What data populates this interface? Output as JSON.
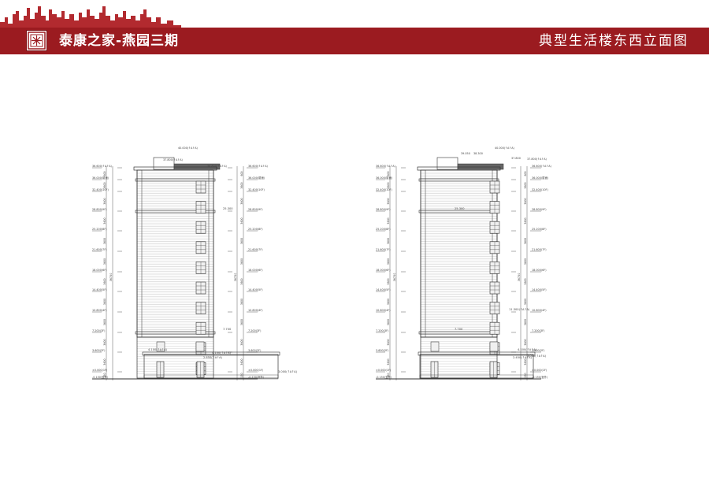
{
  "header": {
    "project_title": "泰康之家-燕园三期",
    "drawing_title": "典型生活楼东西立面图"
  },
  "colors": {
    "banner": "#9b1b20",
    "skyline": "#b22a2f",
    "line": "#333333"
  },
  "icons": {
    "logo": "brand-logo",
    "skyline": "city-skyline"
  },
  "elevation_left": {
    "roof_labels": [
      "40.000(↑A↑A)",
      "37.800(↑A↑A)",
      "36.800(↑A↑A)"
    ],
    "width_labels": [
      "25.300",
      "7.700",
      "4.100(↑A↑A)",
      "4.100(↑A↑A)",
      "2.650(↑A↑A)",
      "3.000(↑A↑A)"
    ],
    "overall_height": "36750"
  },
  "elevation_right": {
    "roof_labels": [
      "40.000(↑A↑A)",
      "39.050",
      "38.300",
      "37.800",
      "37.800(↑A↑A)"
    ],
    "width_labels": [
      "25.300",
      "7.700",
      "11.300(↑A↑A)",
      "4.100(↑A↑A)",
      "2.450(↑A↑A)",
      "3.000(↑A↑A)"
    ],
    "overall_height": "36750"
  },
  "levels": {
    "left_labels": [
      "36.600(↑A↑A)",
      "36.000(屋面)",
      "32.400(10F)",
      "28.800(9F)",
      "25.200(8F)",
      "21.600(7F)",
      "18.000(6F)",
      "14.400(5F)",
      "10.800(4F)",
      "7.200(3F)",
      "3.600(2F)",
      "±0.000(1F)",
      "-0.150(室外)"
    ],
    "right_labels": [
      "36.600(↑A↑A)",
      "36.000(屋面)",
      "32.400(10F)",
      "28.800(9F)",
      "25.200(8F)",
      "21.600(7F)",
      "18.000(6F)",
      "14.400(5F)",
      "10.800(4F)",
      "7.200(3F)",
      "3.600(2F)",
      "±0.000(1F)",
      "-0.150(室外)"
    ],
    "dims": [
      "600",
      "3600",
      "3600",
      "3600",
      "3600",
      "3600",
      "3600",
      "3600",
      "3600",
      "3600",
      "3600",
      "150"
    ]
  }
}
